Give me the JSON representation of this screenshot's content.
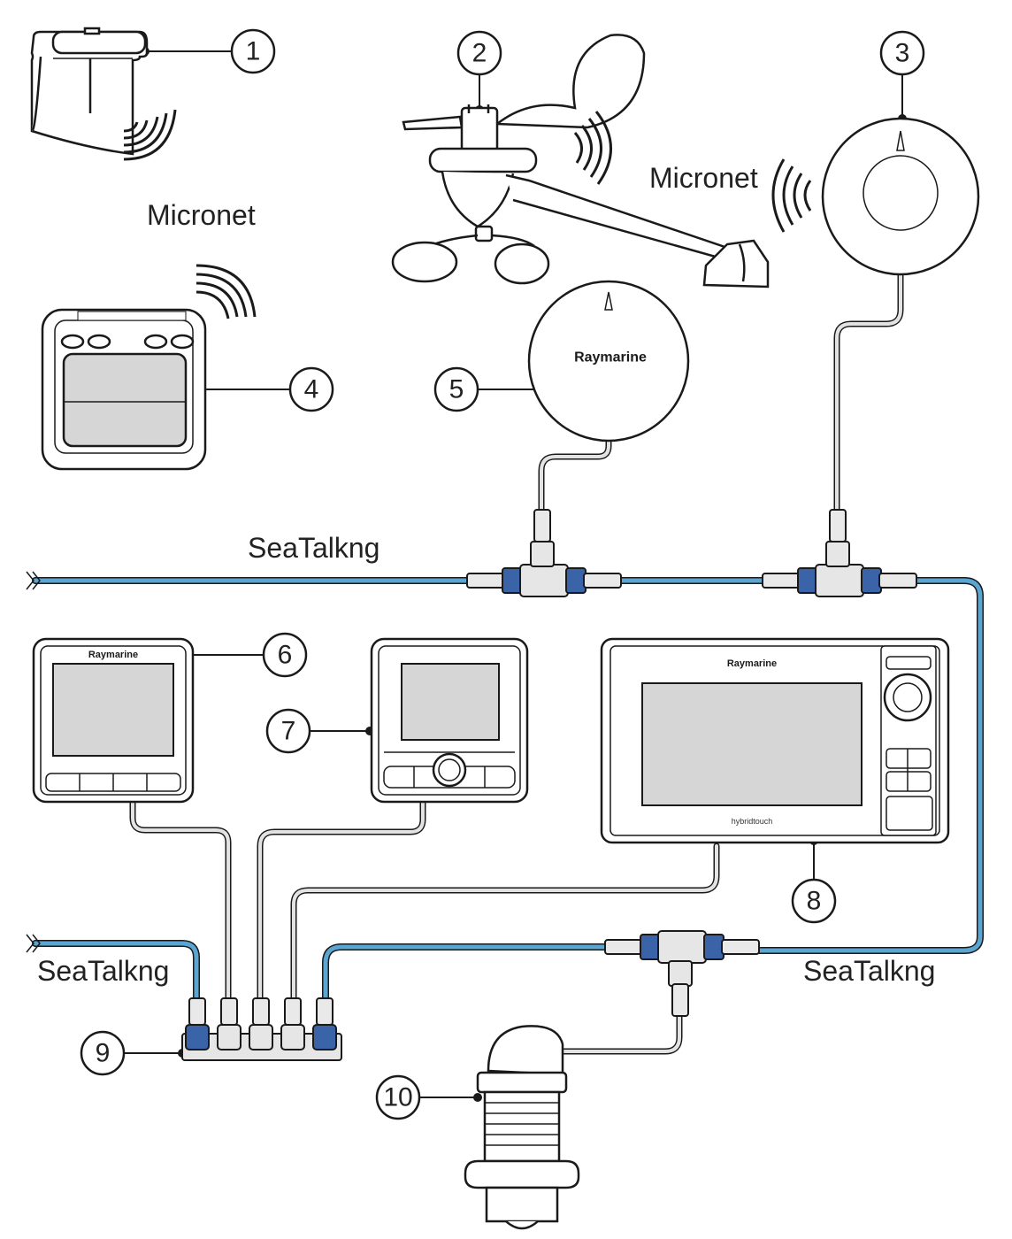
{
  "labels": {
    "micronet_left": "Micronet",
    "micronet_right": "Micronet",
    "seatalk_top": "SeaTalkng",
    "seatalk_left": "SeaTalkng",
    "seatalk_right": "SeaTalkng"
  },
  "brand": {
    "compass": "Raymarine",
    "display_6": "Raymarine",
    "display_8": "Raymarine",
    "display_8_footer": "hybridtouch"
  },
  "callouts": [
    "1",
    "2",
    "3",
    "4",
    "5",
    "6",
    "7",
    "8",
    "9",
    "10"
  ],
  "colors": {
    "backbone": "#5aa5d2",
    "connector_blue": "#3a63a8",
    "line": "#1a1a1a",
    "screen": "#d6d6d6",
    "cable_gray": "#d9d9d9"
  }
}
